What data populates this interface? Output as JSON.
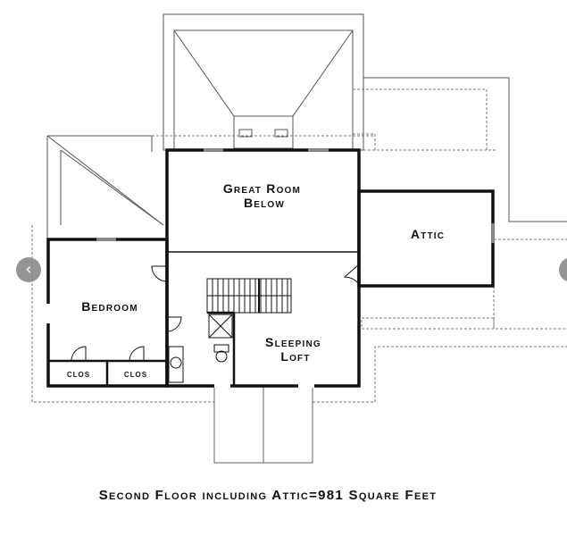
{
  "rooms": {
    "great_room": [
      "Great Room",
      "Below"
    ],
    "attic": "Attic",
    "bedroom": "Bedroom",
    "sleeping_loft": [
      "Sleeping",
      "Loft"
    ],
    "closet_left": "clos",
    "closet_right": "clos"
  },
  "caption": "Second Floor including Attic=981 Square Feet",
  "navigation": {
    "prev_icon": "chevron-left-icon",
    "next_icon": "chevron-right-icon"
  },
  "colors": {
    "wall": "#111111",
    "roofline": "#555555",
    "nav": "#8a8a8a"
  }
}
